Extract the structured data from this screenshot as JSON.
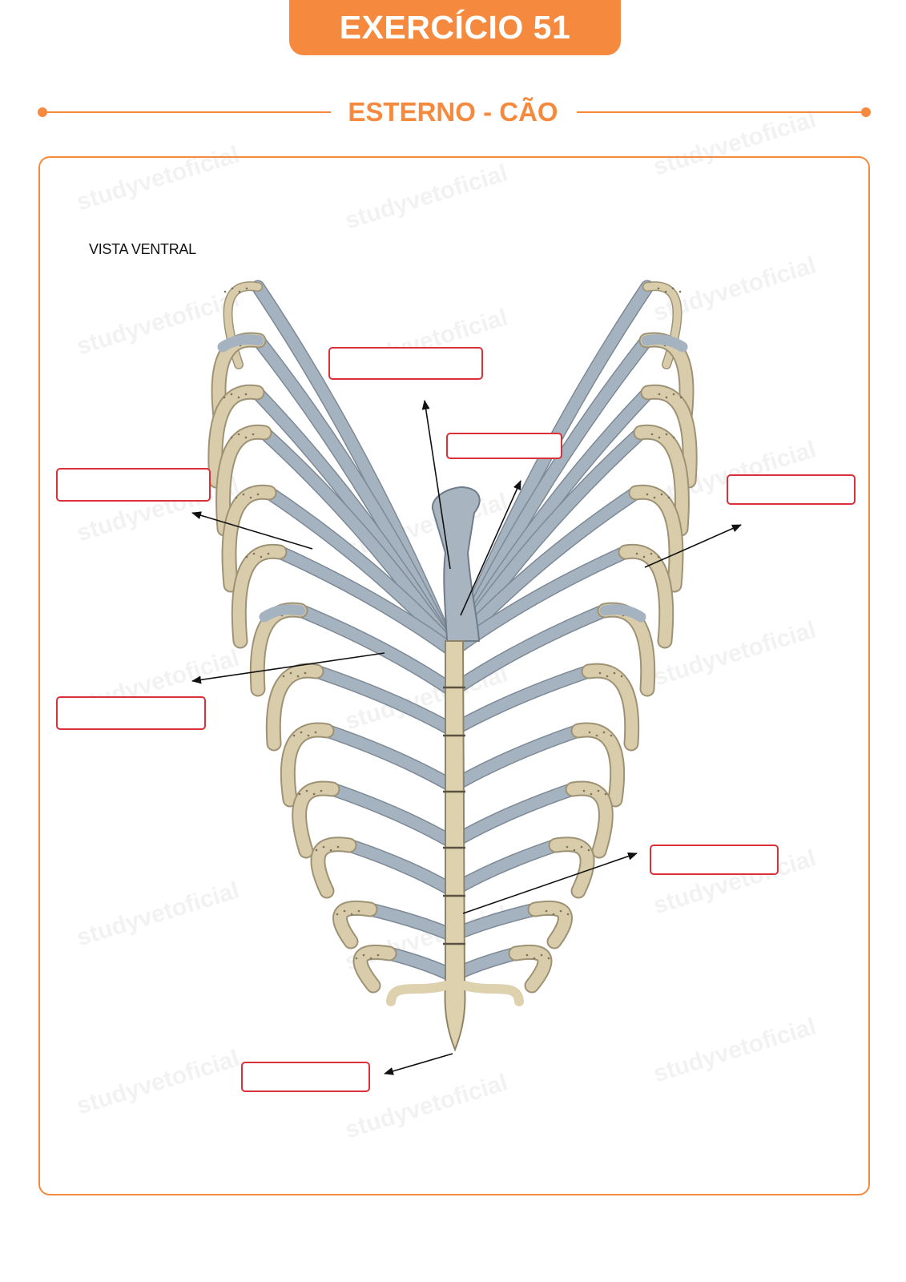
{
  "header": {
    "exercise_label": "EXERCÍCIO 51"
  },
  "title": {
    "text": "ESTERNO - CÃO"
  },
  "figure": {
    "view_label": "VISTA VENTRAL"
  },
  "watermark": {
    "text": "studyvetoficial"
  },
  "colors": {
    "accent": "#f58a3f",
    "box_border": "#d9303a",
    "rib_bone": "#d9ccaa",
    "cartilage": "#a4b3bf",
    "sternum": "#ded1ae",
    "manubrium": "#a8b5c0",
    "arrow": "#111111"
  },
  "icons": [
    "arrow-icon"
  ],
  "answer_boxes": [
    "",
    "",
    "",
    "",
    "",
    "",
    ""
  ]
}
